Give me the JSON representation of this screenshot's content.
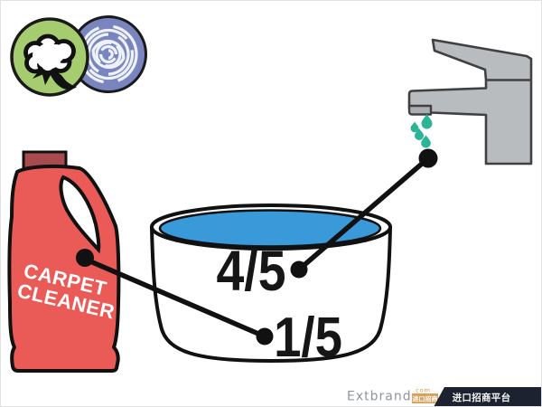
{
  "diagram": {
    "description": "Mixing instructions: bowl filled 4/5 with tap water and 1/5 with carpet cleaner",
    "fabric_icons": [
      "cotton-icon",
      "wool-icon"
    ]
  },
  "bottle": {
    "label_line1": "CARPET",
    "label_line2": "CLEANER"
  },
  "bowl": {
    "water_fraction": "4/5",
    "cleaner_fraction": "1/5"
  },
  "watermark": {
    "brand": "Extbrand",
    "domain": ".com",
    "box_text": "进口招商",
    "banner_text": "进口招商平台"
  },
  "colors": {
    "bottle_red": "#ea5b58",
    "cap_red": "#a84b50",
    "water_blue": "#3a99d8",
    "drop_teal": "#2bb496",
    "faucet_gray": "#b9bcbf",
    "faucet_tip_gray": "#aaaeb3",
    "circle_green": "#a5cd70",
    "circle_blue": "#7a85bf",
    "banner_dark": "#1c2230",
    "watermark_orange": "#d9a05b",
    "line_black": "#111111"
  }
}
